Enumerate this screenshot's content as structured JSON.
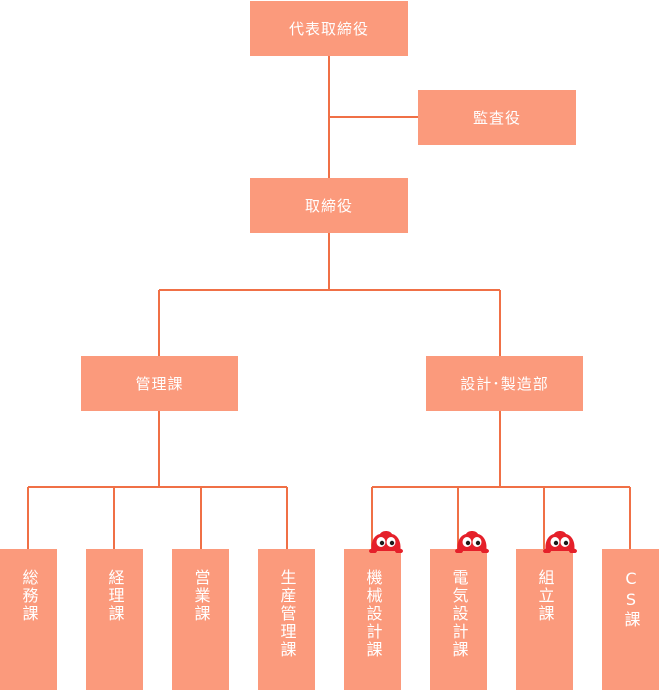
{
  "top": {
    "ceo": "代表取締役",
    "auditor": "監査役",
    "director": "取締役"
  },
  "departments": {
    "admin": "管理課",
    "design_mfg": "設計･製造部"
  },
  "sections": [
    {
      "label": "総務課"
    },
    {
      "label": "経理課"
    },
    {
      "label": "営業課"
    },
    {
      "label": "生産管理課"
    },
    {
      "label": "機械設計課",
      "mascot": true
    },
    {
      "label": "電気設計課",
      "mascot": true
    },
    {
      "label": "組立課",
      "mascot": true
    },
    {
      "label": "CS課"
    }
  ],
  "colors": {
    "box": "#fb9a7c",
    "line": "#f07046",
    "mascot": "#e5202a"
  }
}
